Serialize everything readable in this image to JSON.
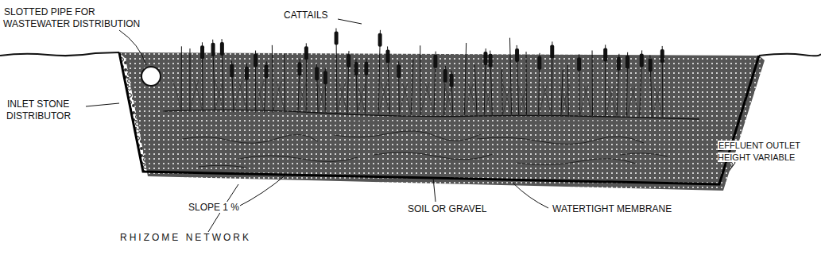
{
  "diagram": {
    "labels": [
      "SLOTTED PIPE FOR WASTEWATER DISTRIBUTION",
      "CATTAILS",
      "INLET STONE DISTRIBUTOR",
      "EFFLUENT OUTLET HEIGHT VARIABLE",
      "SLOPE 1 %",
      "SOIL OR GRAVEL",
      "WATERTIGHT MEMBRANE",
      "RHIZOME NETWORK"
    ]
  }
}
